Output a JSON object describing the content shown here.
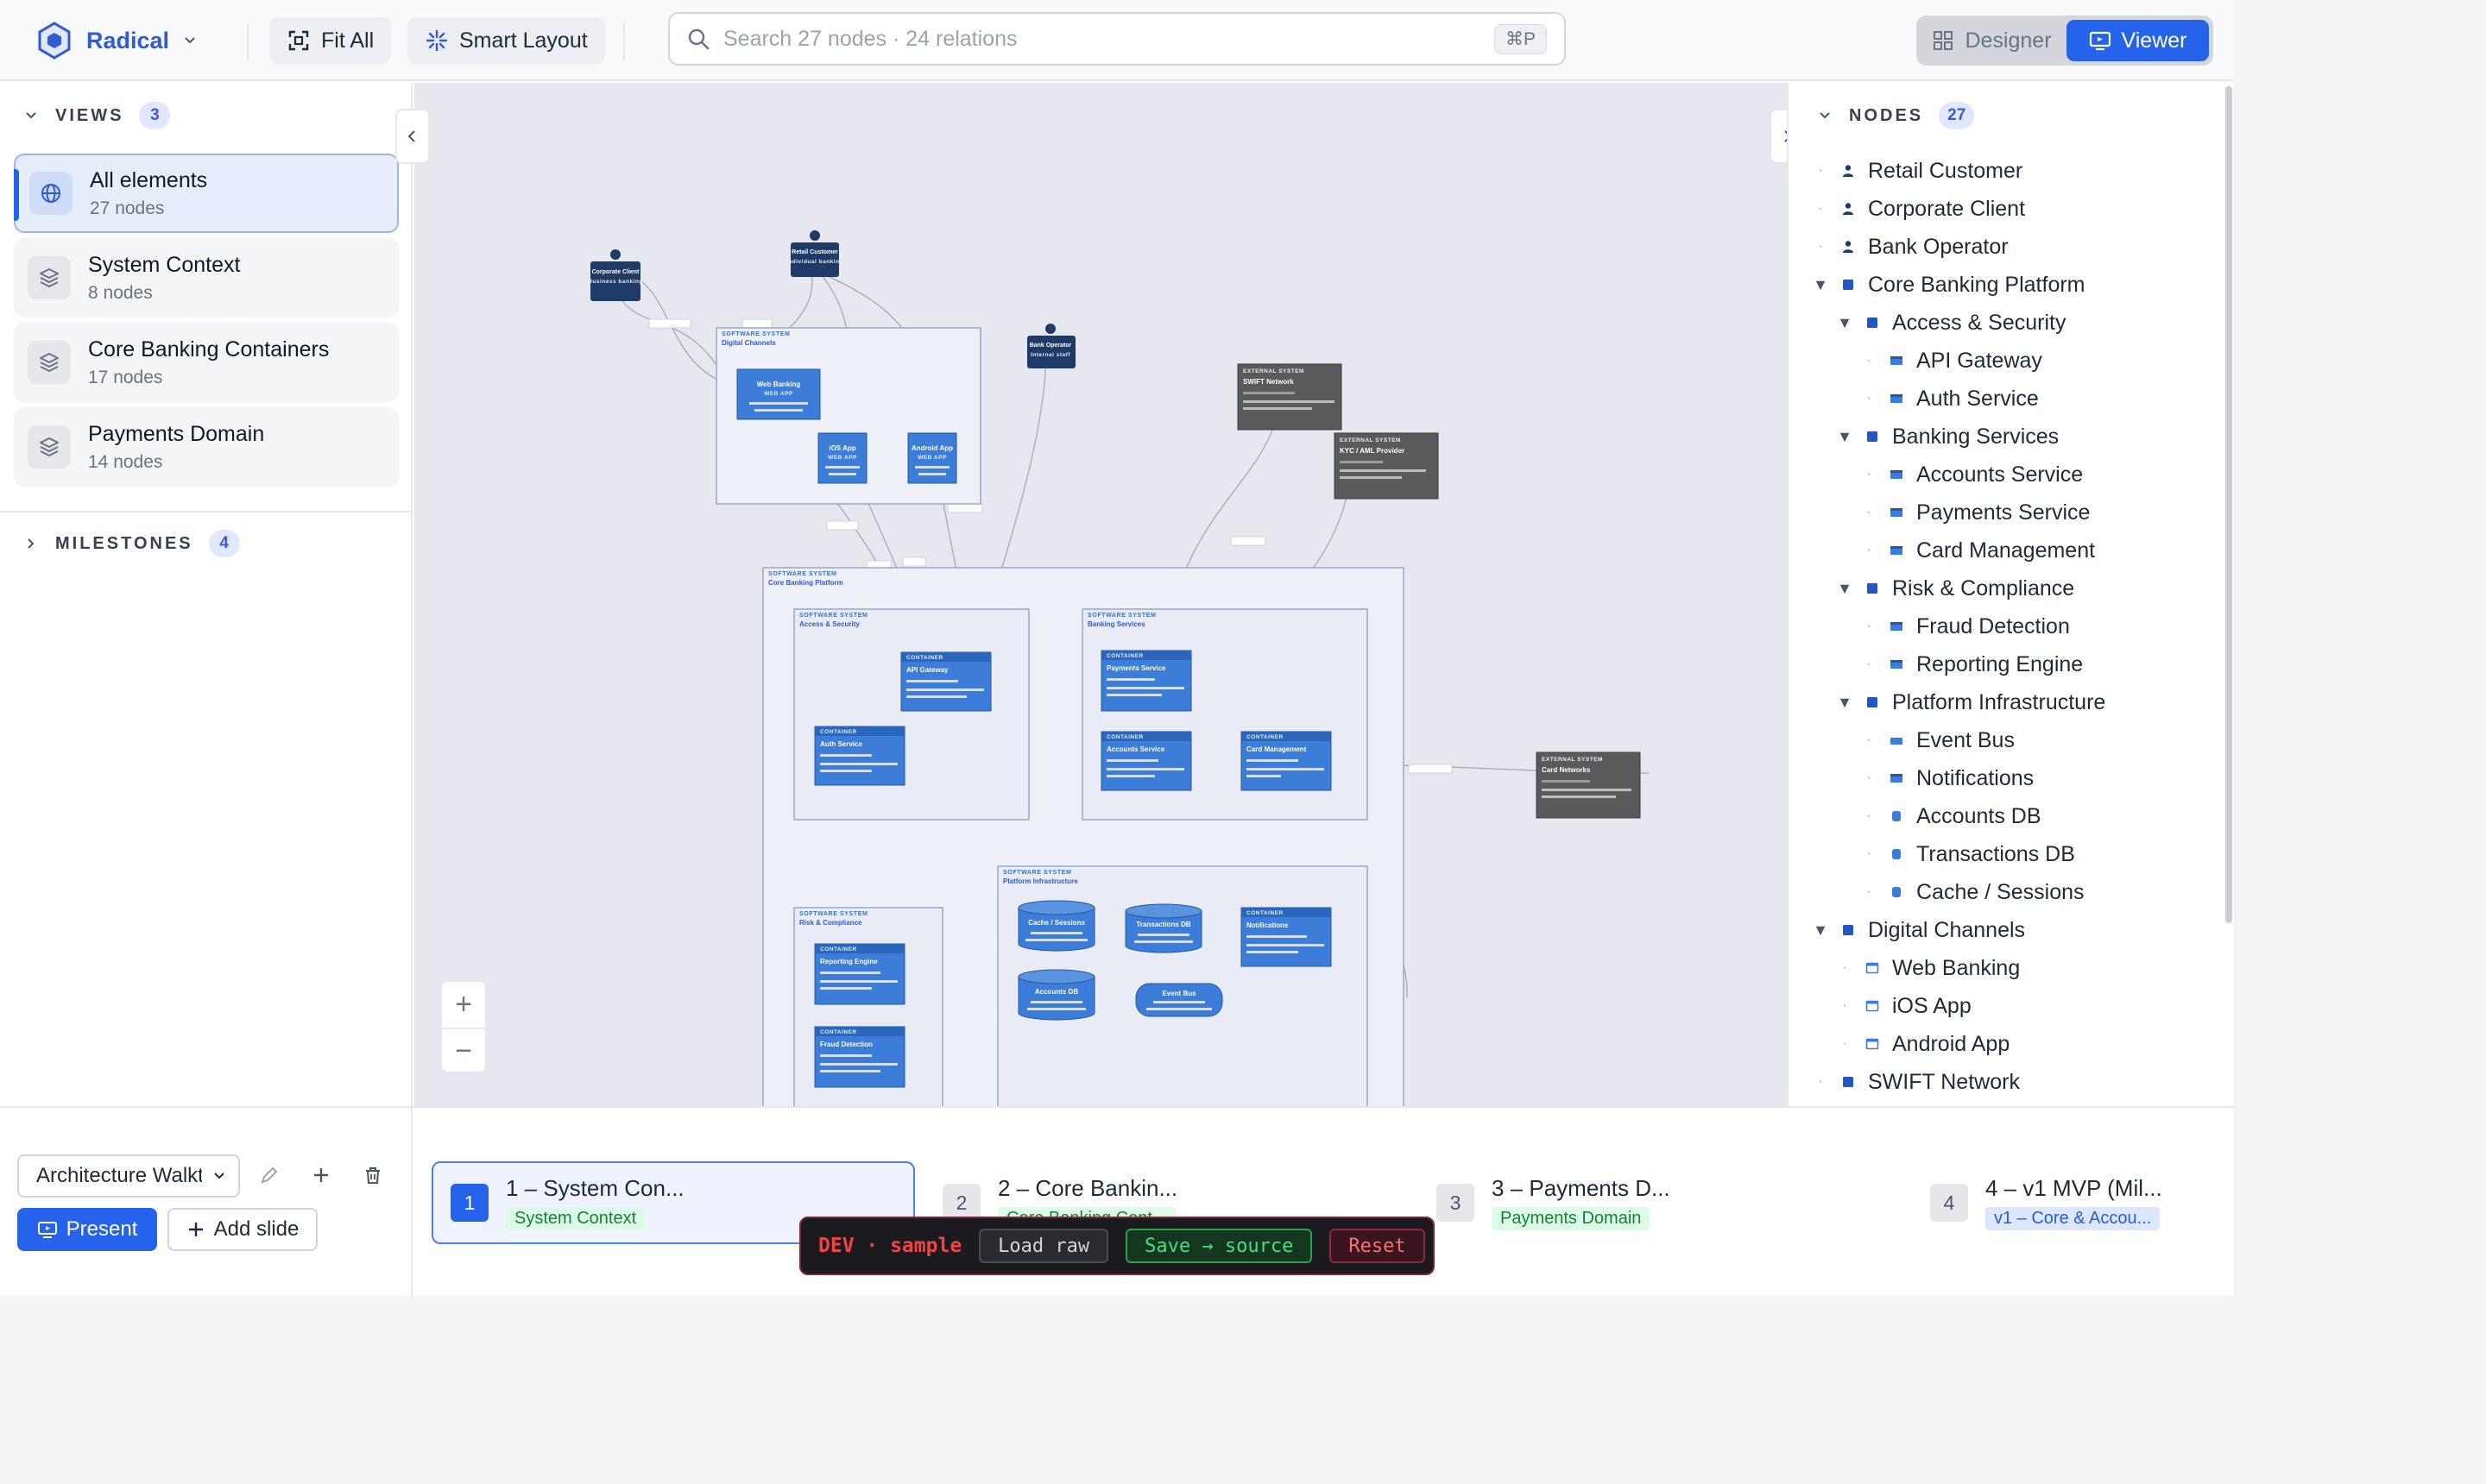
{
  "header": {
    "brand": "Radical",
    "fit_all": "Fit All",
    "smart_layout": "Smart Layout",
    "search_placeholder": "Search 27 nodes · 24 relations",
    "search_shortcut": "⌘P",
    "modes": [
      {
        "label": "Designer",
        "active": false
      },
      {
        "label": "Viewer",
        "active": true
      }
    ]
  },
  "views": {
    "title": "VIEWS",
    "count": "3",
    "items": [
      {
        "name": "All elements",
        "sub": "27 nodes",
        "active": true,
        "icon": "globe-icon"
      },
      {
        "name": "System Context",
        "sub": "8 nodes",
        "active": false,
        "icon": "layers-icon"
      },
      {
        "name": "Core Banking Containers",
        "sub": "17 nodes",
        "active": false,
        "icon": "layers-icon"
      },
      {
        "name": "Payments Domain",
        "sub": "14 nodes",
        "active": false,
        "icon": "layers-icon"
      }
    ]
  },
  "milestones": {
    "title": "MILESTONES",
    "count": "4"
  },
  "nodes_panel": {
    "title": "NODES",
    "count": "27",
    "items": [
      {
        "label": "Retail Customer",
        "depth": 0,
        "kind": "person",
        "toggle": ""
      },
      {
        "label": "Corporate Client",
        "depth": 0,
        "kind": "person",
        "toggle": ""
      },
      {
        "label": "Bank Operator",
        "depth": 0,
        "kind": "person",
        "toggle": ""
      },
      {
        "label": "Core Banking Platform",
        "depth": 0,
        "kind": "system",
        "toggle": "▼"
      },
      {
        "label": "Access & Security",
        "depth": 1,
        "kind": "system",
        "toggle": "▼"
      },
      {
        "label": "API Gateway",
        "depth": 2,
        "kind": "container",
        "toggle": ""
      },
      {
        "label": "Auth Service",
        "depth": 2,
        "kind": "container",
        "toggle": ""
      },
      {
        "label": "Banking Services",
        "depth": 1,
        "kind": "system",
        "toggle": "▼"
      },
      {
        "label": "Accounts Service",
        "depth": 2,
        "kind": "container",
        "toggle": ""
      },
      {
        "label": "Payments Service",
        "depth": 2,
        "kind": "container",
        "toggle": ""
      },
      {
        "label": "Card Management",
        "depth": 2,
        "kind": "container",
        "toggle": ""
      },
      {
        "label": "Risk & Compliance",
        "depth": 1,
        "kind": "system",
        "toggle": "▼"
      },
      {
        "label": "Fraud Detection",
        "depth": 2,
        "kind": "container",
        "toggle": ""
      },
      {
        "label": "Reporting Engine",
        "depth": 2,
        "kind": "container",
        "toggle": ""
      },
      {
        "label": "Platform Infrastructure",
        "depth": 1,
        "kind": "system",
        "toggle": "▼"
      },
      {
        "label": "Event Bus",
        "depth": 2,
        "kind": "queue",
        "toggle": ""
      },
      {
        "label": "Notifications",
        "depth": 2,
        "kind": "container",
        "toggle": ""
      },
      {
        "label": "Accounts DB",
        "depth": 2,
        "kind": "database",
        "toggle": ""
      },
      {
        "label": "Transactions DB",
        "depth": 2,
        "kind": "database",
        "toggle": ""
      },
      {
        "label": "Cache / Sessions",
        "depth": 2,
        "kind": "database",
        "toggle": ""
      },
      {
        "label": "Digital Channels",
        "depth": 0,
        "kind": "system",
        "toggle": "▼"
      },
      {
        "label": "Web Banking",
        "depth": 1,
        "kind": "webapp",
        "toggle": ""
      },
      {
        "label": "iOS App",
        "depth": 1,
        "kind": "webapp",
        "toggle": ""
      },
      {
        "label": "Android App",
        "depth": 1,
        "kind": "webapp",
        "toggle": ""
      },
      {
        "label": "SWIFT Network",
        "depth": 0,
        "kind": "system",
        "toggle": ""
      }
    ]
  },
  "diagram": {
    "people": [
      {
        "name": "Corporate Client",
        "desc": "Business banking"
      },
      {
        "name": "Retail Customer",
        "desc": "Individual banking"
      },
      {
        "name": "Bank Operator",
        "desc": "Internal staff"
      }
    ],
    "boundaries": [
      {
        "kind": "SOFTWARE SYSTEM",
        "name": "Digital Channels"
      },
      {
        "kind": "SOFTWARE SYSTEM",
        "name": "Core Banking Platform"
      },
      {
        "kind": "SOFTWARE SYSTEM",
        "name": "Access & Security"
      },
      {
        "kind": "SOFTWARE SYSTEM",
        "name": "Banking Services"
      },
      {
        "kind": "SOFTWARE SYSTEM",
        "name": "Platform Infrastructure"
      },
      {
        "kind": "SOFTWARE SYSTEM",
        "name": "Risk & Compliance"
      }
    ],
    "apps": [
      {
        "name": "Web Banking",
        "tag": "WEB APP"
      },
      {
        "name": "iOS App",
        "tag": "WEB APP"
      },
      {
        "name": "Android App",
        "tag": "WEB APP"
      }
    ],
    "externals": [
      {
        "kind": "EXTERNAL SYSTEM",
        "name": "SWIFT Network"
      },
      {
        "kind": "EXTERNAL SYSTEM",
        "name": "KYC / AML Provider"
      },
      {
        "kind": "EXTERNAL SYSTEM",
        "name": "Card Networks"
      }
    ],
    "containers": [
      {
        "kind": "CONTAINER",
        "name": "API Gateway"
      },
      {
        "kind": "CONTAINER",
        "name": "Auth Service"
      },
      {
        "kind": "CONTAINER",
        "name": "Payments Service"
      },
      {
        "kind": "CONTAINER",
        "name": "Accounts Service"
      },
      {
        "kind": "CONTAINER",
        "name": "Card Management"
      },
      {
        "kind": "CONTAINER",
        "name": "Notifications"
      },
      {
        "kind": "CONTAINER",
        "name": "Reporting Engine"
      },
      {
        "kind": "CONTAINER",
        "name": "Fraud Detection"
      }
    ],
    "databases": [
      {
        "name": "Cache / Sessions"
      },
      {
        "name": "Transactions DB"
      },
      {
        "name": "Accounts DB"
      }
    ],
    "queue": {
      "name": "Event Bus"
    }
  },
  "presentation": {
    "deck_name": "Architecture Walkthrough",
    "present_label": "Present",
    "add_slide_label": "Add slide",
    "slides": [
      {
        "num": "1",
        "title": "1 – System Con...",
        "tag": "System Context",
        "tag_color": "green",
        "active": true
      },
      {
        "num": "2",
        "title": "2 – Core Bankin...",
        "tag": "Core Banking Cont...",
        "tag_color": "green",
        "active": false
      },
      {
        "num": "3",
        "title": "3 – Payments D...",
        "tag": "Payments Domain",
        "tag_color": "green",
        "active": false
      },
      {
        "num": "4",
        "title": "4 – v1 MVP (Mil...",
        "tag": "v1 – Core & Accou...",
        "tag_color": "blue",
        "active": false
      }
    ]
  },
  "devbar": {
    "label": "DEV · sample",
    "load": "Load raw",
    "save": "Save → source",
    "reset": "Reset"
  },
  "colors": {
    "accent": "#2563eb",
    "brand": "#2f5bd3",
    "person": "#1e3a66",
    "container": "#3b7dd8",
    "external": "#5a5a5a",
    "dev_red": "#ef4444"
  }
}
